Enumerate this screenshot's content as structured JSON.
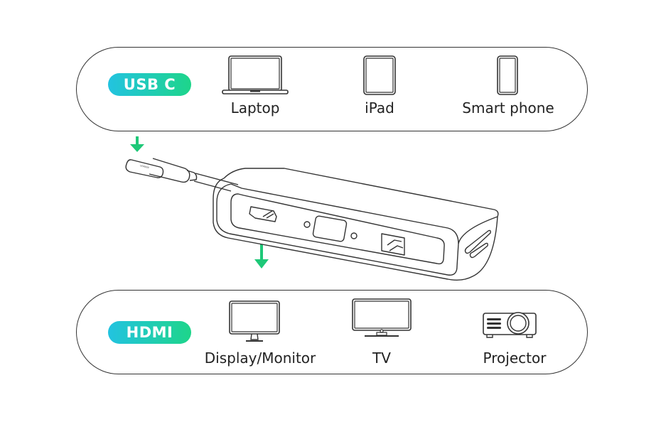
{
  "input_section": {
    "badge": "USB C",
    "devices": [
      {
        "label": "Laptop",
        "icon": "laptop-icon"
      },
      {
        "label": "iPad",
        "icon": "tablet-icon"
      },
      {
        "label": "Smart phone",
        "icon": "smartphone-icon"
      }
    ]
  },
  "output_section": {
    "badge": "HDMI",
    "devices": [
      {
        "label": "Display/Monitor",
        "icon": "monitor-icon"
      },
      {
        "label": "TV",
        "icon": "tv-icon"
      },
      {
        "label": "Projector",
        "icon": "projector-icon"
      }
    ]
  },
  "hub": {
    "ports": [
      "HDMI",
      "VGA",
      "Ethernet",
      "SD",
      "microSD"
    ]
  },
  "colors": {
    "badge_gradient_start": "#22c3e0",
    "badge_gradient_end": "#1ed58a",
    "arrow": "#1ec878",
    "outline": "#333333"
  }
}
